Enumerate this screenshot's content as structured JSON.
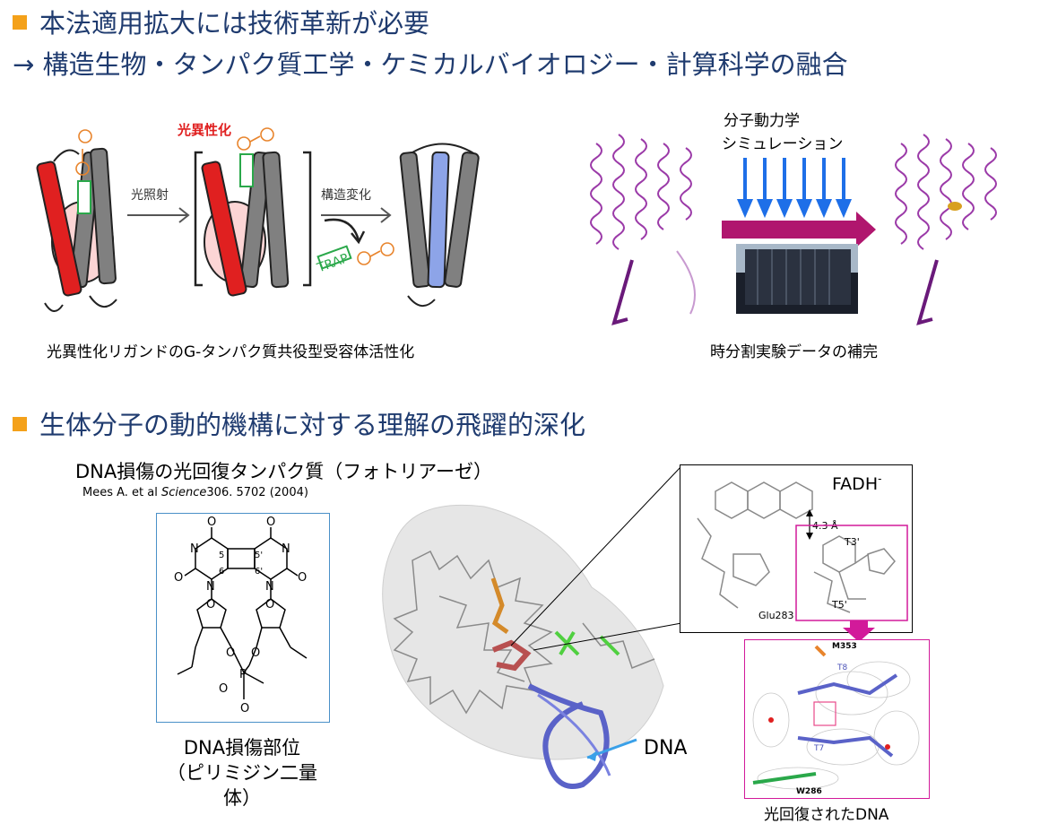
{
  "section1": {
    "heading": "本法適用拡大には技術革新が必要",
    "subheading": "→ 構造生物・タンパク質工学・ケミカルバイオロジー・計算科学の融合"
  },
  "gpcr_figure": {
    "label_photoisomerization": "光異性化",
    "label_light": "光照射",
    "label_conformational_change": "構造変化",
    "label_trap": "TRAP",
    "caption": "光異性化リガンドのG-タンパク質共役型受容体活性化"
  },
  "md_figure": {
    "label_md": "分子動力学",
    "label_simulation": "シミュレーション",
    "caption": "時分割実験データの補完"
  },
  "section2": {
    "heading": "生体分子の動的機構に対する理解の飛躍的深化",
    "subtitle": "DNA損傷の光回復タンパク質（フォトリアーゼ）",
    "reference_authors": "Mees A. et al ",
    "reference_journal": "Science",
    "reference_detail": "306. 5702 (2004)"
  },
  "dimer_figure": {
    "atom_O": "O",
    "atom_N": "N",
    "atom_P": "P",
    "pos5": "5",
    "pos6": "6",
    "pos5p": "5'",
    "pos6p": "6'",
    "caption_line1": "DNA損傷部位",
    "caption_line2": "（ピリミジン二量体）"
  },
  "protein_figure": {
    "label_dna": "DNA"
  },
  "inset_figure": {
    "label_fadh": "FADH",
    "label_fadh_sup": "-",
    "label_distance": "4.3 Å",
    "label_t3": "T3'",
    "label_t5": "T5'",
    "label_glu": "Glu283"
  },
  "density_figure": {
    "label_m353": "M353",
    "label_t8": "T8",
    "label_t7": "T7",
    "label_w286": "W286",
    "caption": "光回復されたDNA"
  },
  "colors": {
    "heading": "#1f3b6f",
    "bullet": "#f4a11a",
    "helix_active": "#e02020",
    "helix_blue": "#8da4e8",
    "ligand": "#e8842c",
    "trap": "#2aa84a",
    "protein_helix": "#9b3aa8",
    "arrow_magenta": "#b0166e",
    "arrow_blue": "#1e6fe8",
    "magenta_box": "#d21a9a",
    "dna_blue": "#5a62c8"
  }
}
